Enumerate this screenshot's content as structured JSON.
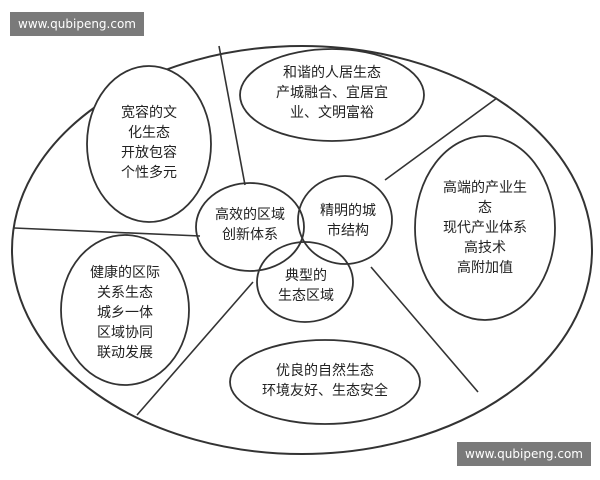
{
  "watermark": {
    "top": "www.qubipeng.com",
    "bottom": "www.qubipeng.com"
  },
  "diagram": {
    "outer_segments": {
      "top": [
        "和谐的人居生态",
        "产城融合、宜居宜",
        "业、文明富裕"
      ],
      "left_upper": [
        "宽容的文",
        "化生态",
        "开放包容",
        "个性多元"
      ],
      "right": [
        "高端的产业生",
        "态",
        "现代产业体系",
        "高技术",
        "高附加值"
      ],
      "left_lower": [
        "健康的区际",
        "关系生态",
        "城乡一体",
        "区域协同",
        "联动发展"
      ],
      "bottom": [
        "优良的自然生态",
        "环境友好、生态安全"
      ]
    },
    "center": {
      "left": [
        "高效的区域",
        "创新体系"
      ],
      "right": [
        "精明的城",
        "市结构"
      ],
      "bottom": [
        "典型的",
        "生态区域"
      ]
    }
  },
  "colors": {
    "line": "#333333",
    "watermark_bg": "#7a7a7a",
    "watermark_text": "#ffffff"
  }
}
